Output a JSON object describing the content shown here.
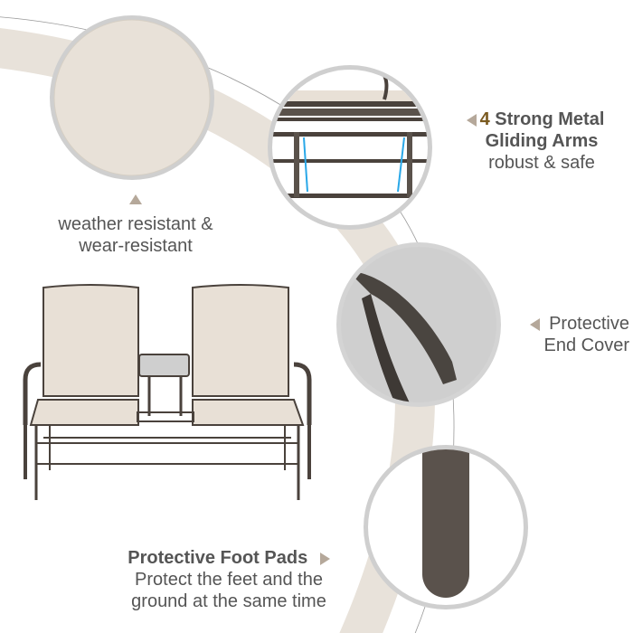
{
  "colors": {
    "background": "#ffffff",
    "arc_band": "#e8e2da",
    "circle_ring": "#cfcfcf",
    "text": "#555555",
    "accent_number": "#7a5a20",
    "pointer": "#b5a89a",
    "frame_metal": "#4a423c",
    "fabric": "#e8e0d6"
  },
  "features": [
    {
      "id": "fabric",
      "image": "fabric-closeup",
      "pointer": "triangle-up",
      "line1": "weather resistant &",
      "line2": "wear-resistant"
    },
    {
      "id": "gliding-arms",
      "image": "gliding-arms-closeup",
      "pointer": "triangle-left",
      "number": "4",
      "title_line1": "Strong Metal",
      "title_line2": "Gliding Arms",
      "subtitle": "robust & safe"
    },
    {
      "id": "end-cover",
      "image": "end-cover-closeup",
      "pointer": "triangle-left",
      "line1": "Protective",
      "line2": "End Cover"
    },
    {
      "id": "foot-pads",
      "image": "foot-pad-closeup",
      "pointer": "triangle-right",
      "title": "Protective Foot Pads",
      "line1": "Protect the feet and the",
      "line2": "ground at the same time"
    }
  ],
  "product": {
    "image": "double-glider-chair-with-center-table"
  }
}
